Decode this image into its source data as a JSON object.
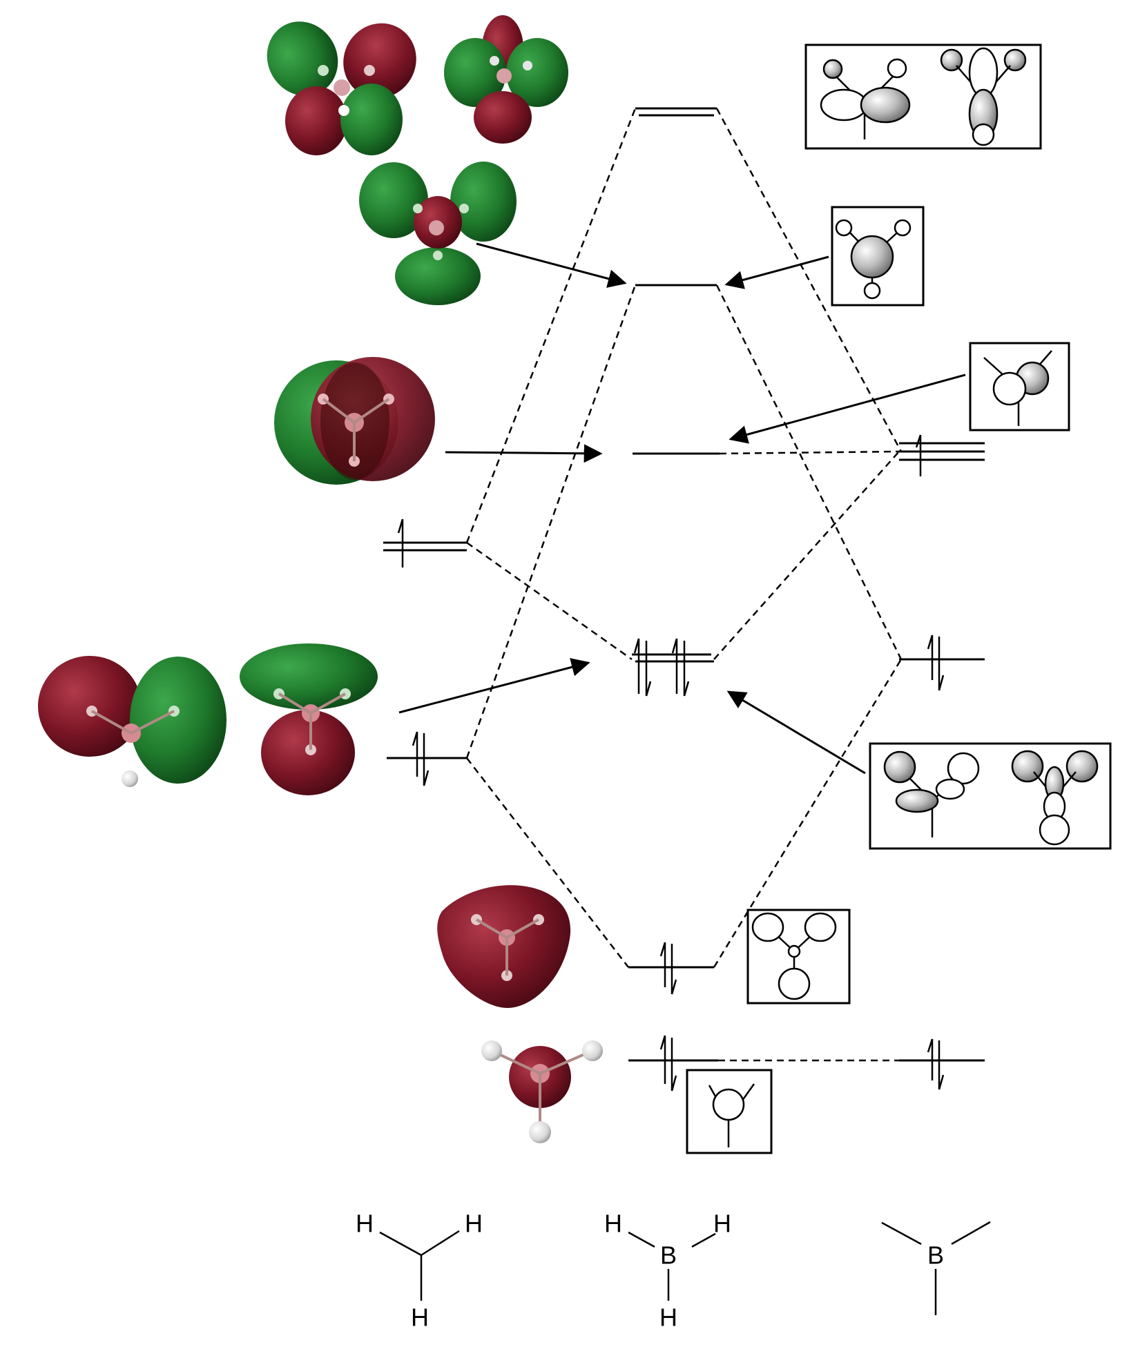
{
  "structures": {
    "ch3": {
      "h_top_left": "H",
      "h_top_right": "H",
      "h_bottom": "H"
    },
    "bh3": {
      "h_top_left": "H",
      "h_top_right": "H",
      "b_center": "B",
      "h_bottom": "H"
    },
    "b": {
      "b_center": "B"
    }
  },
  "colors": {
    "lobe_red": "#7a1525",
    "lobe_green": "#1f7a2c",
    "line": "#000000"
  },
  "icons": [
    "up-arrow-electron-icon",
    "down-arrow-electron-icon",
    "orbital-lobe-icon"
  ]
}
